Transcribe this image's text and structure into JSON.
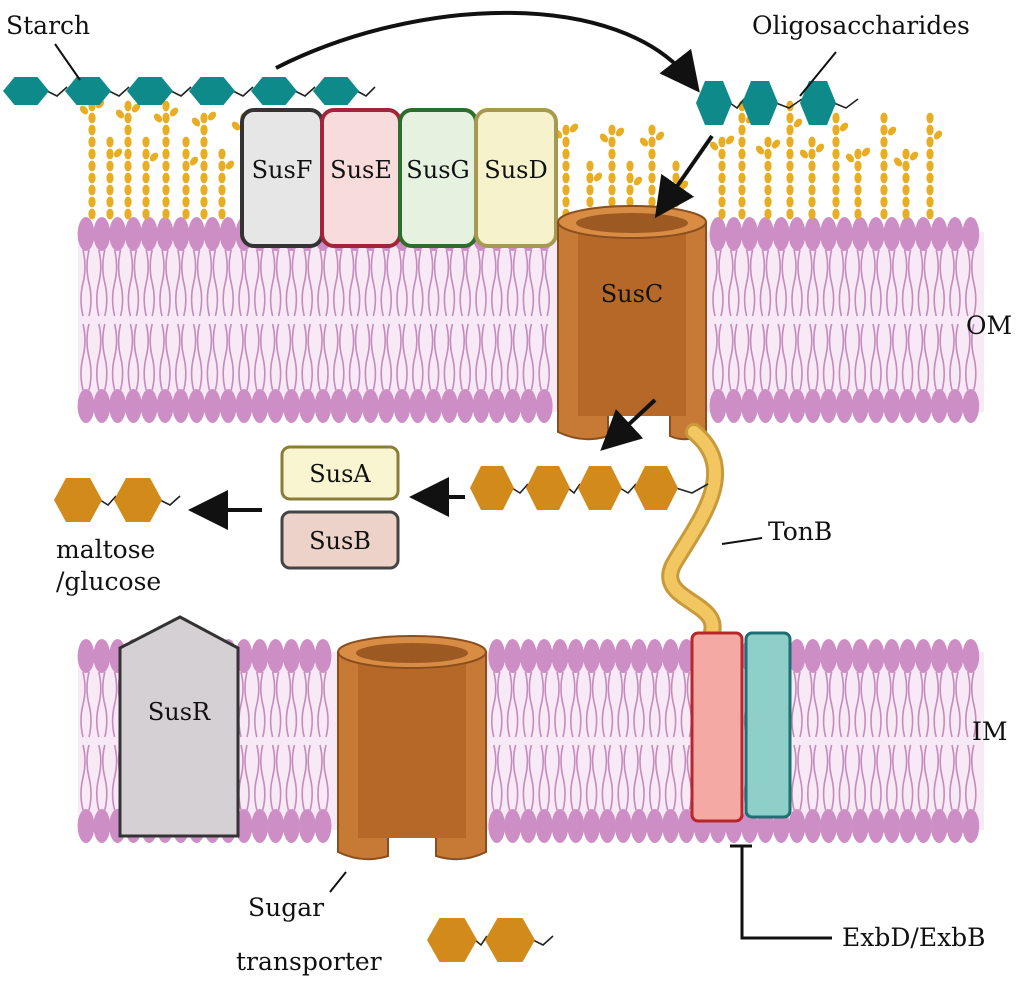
{
  "labels": {
    "starch": "Starch",
    "oligosaccharides": "Oligosaccharides",
    "om": "OM",
    "im": "IM",
    "tonb": "TonB",
    "maltose_line1": "maltose",
    "maltose_line2": "/glucose",
    "sugar_line1": "Sugar",
    "sugar_line2": "transporter",
    "exbd": "ExbD/ExbB"
  },
  "proteins": {
    "susF": "SusF",
    "susE": "SusE",
    "susG": "SusG",
    "susD": "SusD",
    "susC": "SusC",
    "susA": "SusA",
    "susB": "SusB",
    "susR": "SusR"
  },
  "colors": {
    "lipid_head": "#cc8ec4",
    "lipid_tail": "#c58bbd",
    "membrane_bg": "#f7e9f5",
    "teal_sugar": "#0f8a8a",
    "orange_sugar": "#d28a1a",
    "glycan": "#e8ad22",
    "barrel": "#c77a36",
    "barrel_dark": "#9c5a22",
    "tonb": "#f2c661",
    "exbd": "#f4a9a5",
    "exbd_border": "#b8262c",
    "exbb": "#8fcfca",
    "exbb_border": "#1d6f72",
    "susR": "#d4d0d4"
  }
}
